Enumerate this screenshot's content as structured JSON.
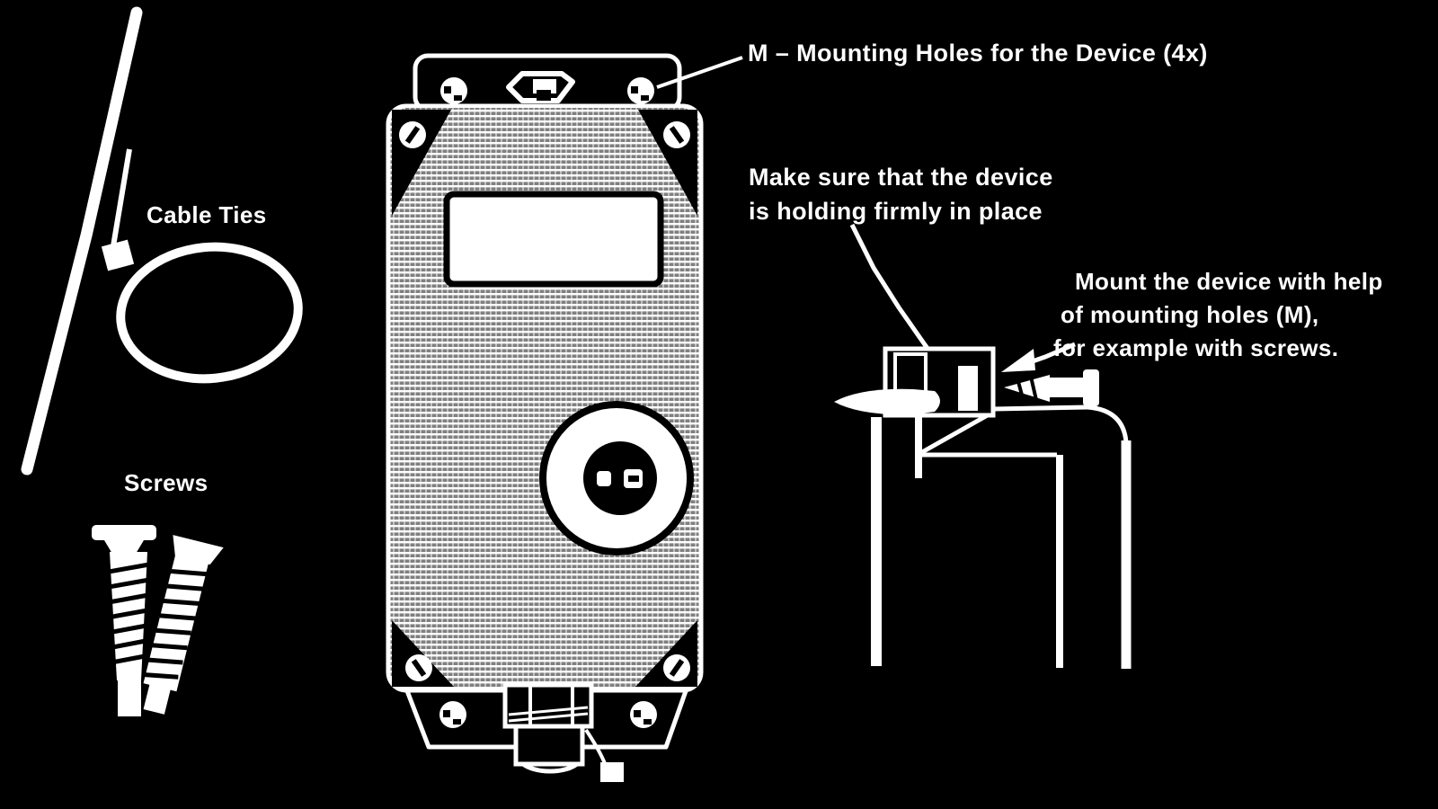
{
  "colors": {
    "background": "#000000",
    "ink": "#ffffff"
  },
  "labels": {
    "cable_ties": "Cable Ties",
    "screws": "Screws",
    "mounting_holes": "M – Mounting Holes for the Device (4x)",
    "firmly_line1": "Make sure that the device",
    "firmly_line2": "is holding firmly in place",
    "mount_line1": "Mount the device with help",
    "mount_line2": "of mounting holes (M),",
    "mount_line3": "for example with screws."
  },
  "figure": {
    "type": "installation-diagram",
    "parts": [
      "cable-tie-strap",
      "cable-tie-loop",
      "long-screw",
      "short-screw",
      "device-front-view",
      "top-mounting-bracket",
      "bottom-mounting-bracket",
      "mounting-holes",
      "display-window",
      "round-connector-knob",
      "cable-gland",
      "mounted-side-view",
      "mounting-post",
      "side-screw",
      "pointer-arrows"
    ]
  }
}
